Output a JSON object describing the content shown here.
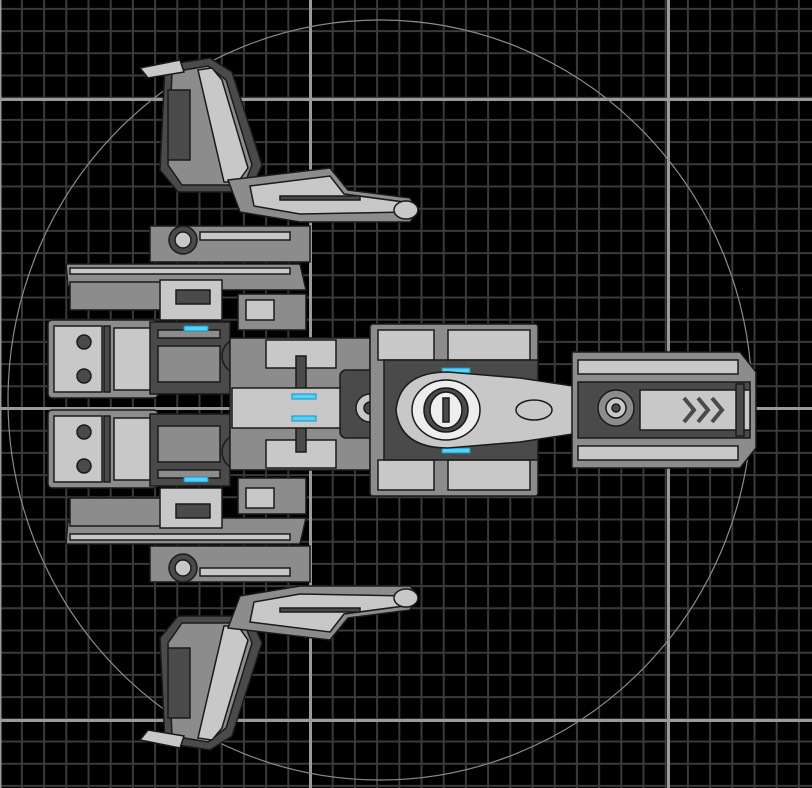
{
  "scene": {
    "background_color": "#000000",
    "minor_grid_color": "#3a3a3a",
    "major_grid_color": "#9a9a9a",
    "range_circle_color": "#8a8a8a",
    "hull_dark": "#4a4a4a",
    "hull_mid": "#8c8c8c",
    "hull_light": "#c8c8c8",
    "hull_highlight": "#eeeeee",
    "hull_outline": "#1a1a1a",
    "accent_glow": "#4fd4ff",
    "accent_glow_dim": "#1c8fb8"
  },
  "sprite": {
    "kind": "spaceship",
    "facing": "right",
    "parts": [
      "upper-wing",
      "lower-wing",
      "upper-engine",
      "lower-engine",
      "core-hull",
      "cockpit",
      "main-cannon",
      "chevron-markings"
    ]
  },
  "overlay": {
    "grid": true,
    "range_circle": true
  }
}
